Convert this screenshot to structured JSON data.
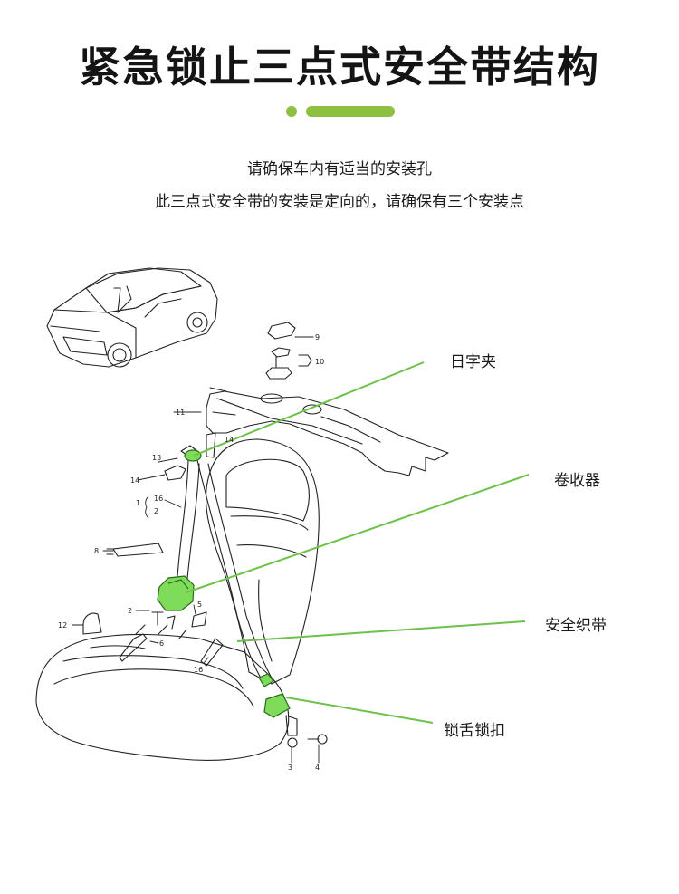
{
  "header": {
    "title": "紧急锁止三点式安全带结构",
    "subtitle_line1": "请确保车内有适当的安装孔",
    "subtitle_line2": "此三点式安全带的安装是定向的，请确保有三个安装点"
  },
  "labels": {
    "clip": "日字夹",
    "retractor": "卷收器",
    "webbing": "安全织带",
    "buckle": "锁舌锁扣"
  },
  "part_numbers": {
    "n9": "9",
    "n10": "10",
    "n11": "11",
    "n13": "13",
    "n14a": "14",
    "n14b": "14",
    "n16a": "16",
    "n16b": "16",
    "n1": "1",
    "n2a": "2",
    "n2b": "2",
    "n8": "8",
    "n5": "5",
    "n12": "12",
    "n6": "6",
    "n3": "3",
    "n4": "4"
  },
  "colors": {
    "accent": "#8dc041",
    "highlight": "#7fdc5a",
    "leader_line": "#6cc24a"
  }
}
